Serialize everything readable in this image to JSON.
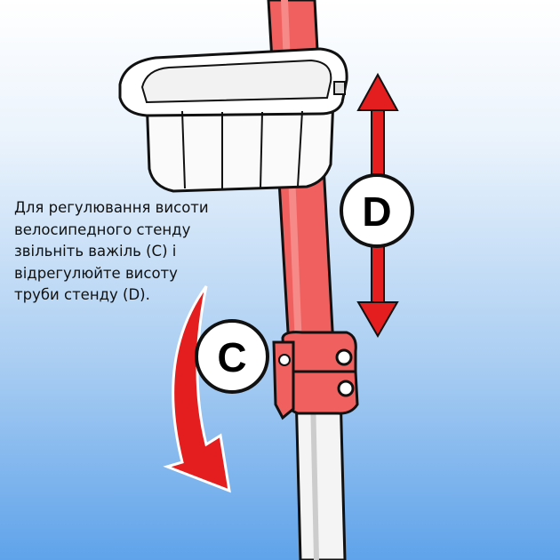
{
  "caption": {
    "lines": [
      "Для регулювання висоти",
      "велосипедного стенду",
      "звільніть важіль (C) і",
      "відрегулюйте висоту",
      "труби стенду (D)."
    ]
  },
  "labels": {
    "lever": "C",
    "height": "D"
  },
  "colors": {
    "pole": "#f0605e",
    "arrow": "#e41e1e",
    "outline": "#111111"
  }
}
